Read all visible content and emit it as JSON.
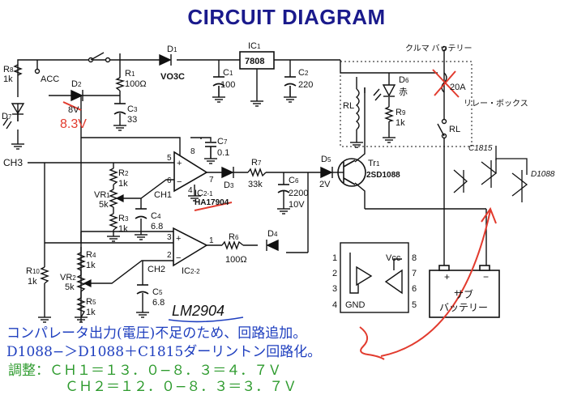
{
  "title": "CIRCUIT DIAGRAM",
  "labels": {
    "r8": "R",
    "r8_sub": "8",
    "r8_val": "1k",
    "acc": "ACC",
    "d7": "D",
    "d7_sub": "7",
    "d2": "D",
    "d2_sub": "2",
    "d2_val": "8V",
    "d2_fix": "8.3V",
    "r1": "R",
    "r1_sub": "1",
    "r1_val": "100Ω",
    "c3": "C",
    "c3_sub": "3",
    "c3_val": "33",
    "d1": "D",
    "d1_sub": "1",
    "d1_val": "VO3C",
    "c1": "C",
    "c1_sub": "1",
    "c1_val": "100",
    "ic1": "IC",
    "ic1_sub": "1",
    "ic1_val": "7808",
    "c2": "C",
    "c2_sub": "2",
    "c2_val": "220",
    "car_battery": "クルマ バッテリー",
    "d6": "D",
    "d6_sub": "6",
    "d6_val": "赤",
    "fuse": "20A",
    "rl": "RL",
    "r9": "R",
    "r9_sub": "9",
    "r9_val": "1k",
    "relay_box": "リレー・ボックス",
    "rl2": "RL",
    "c1815": "C1815",
    "d1088": "D1088",
    "ch3": "CH3",
    "r2": "R",
    "r2_sub": "2",
    "r2_val": "1k",
    "vr1": "VR",
    "vr1_sub": "1",
    "vr1_val": "5k",
    "r3": "R",
    "r3_sub": "3",
    "r3_val": "1k",
    "ch1": "CH1",
    "c4": "C",
    "c4_sub": "4",
    "c4_val": "6.8",
    "c7": "C",
    "c7_sub": "7",
    "c7_val": "0.1",
    "ic2_1": "IC",
    "ic2_1_sub": "2-1",
    "ic2_1_val": "HA17904",
    "d3": "D",
    "d3_sub": "3",
    "r7": "R",
    "r7_sub": "7",
    "r7_val": "33k",
    "c6": "C",
    "c6_sub": "6",
    "c6_val1": "2200",
    "c6_val2": "10V",
    "d5": "D",
    "d5_sub": "5",
    "d5_val": "2V",
    "tr1": "Tr",
    "tr1_sub": "1",
    "tr1_val": "2SD1088",
    "r10": "R",
    "r10_sub": "10",
    "r10_val": "1k",
    "r4": "R",
    "r4_sub": "4",
    "r4_val": "1k",
    "vr2": "VR",
    "vr2_sub": "2",
    "vr2_val": "5k",
    "r5": "R",
    "r5_sub": "5",
    "r5_val": "1k",
    "ch2": "CH2",
    "c5": "C",
    "c5_sub": "5",
    "c5_val": "6.8",
    "ic2_2": "IC",
    "ic2_2_sub": "2-2",
    "r6": "R",
    "r6_sub": "6",
    "r6_val": "100Ω",
    "d4": "D",
    "d4_sub": "4",
    "lm2904": "LM2904",
    "vcc": "Vcc",
    "gnd": "GND",
    "pin1": "1",
    "pin2": "2",
    "pin3": "3",
    "pin4": "4",
    "pin5": "5",
    "pin6": "6",
    "pin7": "7",
    "pin8": "8",
    "opa_pin2": "2",
    "opa_pin3": "3",
    "opa_pin1": "1",
    "opb_pin5": "5",
    "opb_pin6": "6",
    "opb_pin7": "7",
    "opb_pin8": "8",
    "opb_pin4": "4",
    "sub_battery1": "サブ",
    "sub_battery2": "バッテリー",
    "plus": "+",
    "minus": "−"
  },
  "notes": {
    "line1": "コンパレータ出力(電圧)不足のため、回路追加。",
    "line2": "D1088−＞D1088＋C1815ダーリントン回路化。",
    "line3": "調整：ＣＨ１＝１３．０−８．３＝４．７Ｖ",
    "line4": "ＣＨ２＝１２．０−８．３＝３．７Ｖ"
  },
  "colors": {
    "ink": "#111111",
    "title": "#1a1a8c",
    "annot_red": "#e23b2e",
    "note_blue": "#1f3fbf",
    "note_green": "#2e9b2e"
  }
}
